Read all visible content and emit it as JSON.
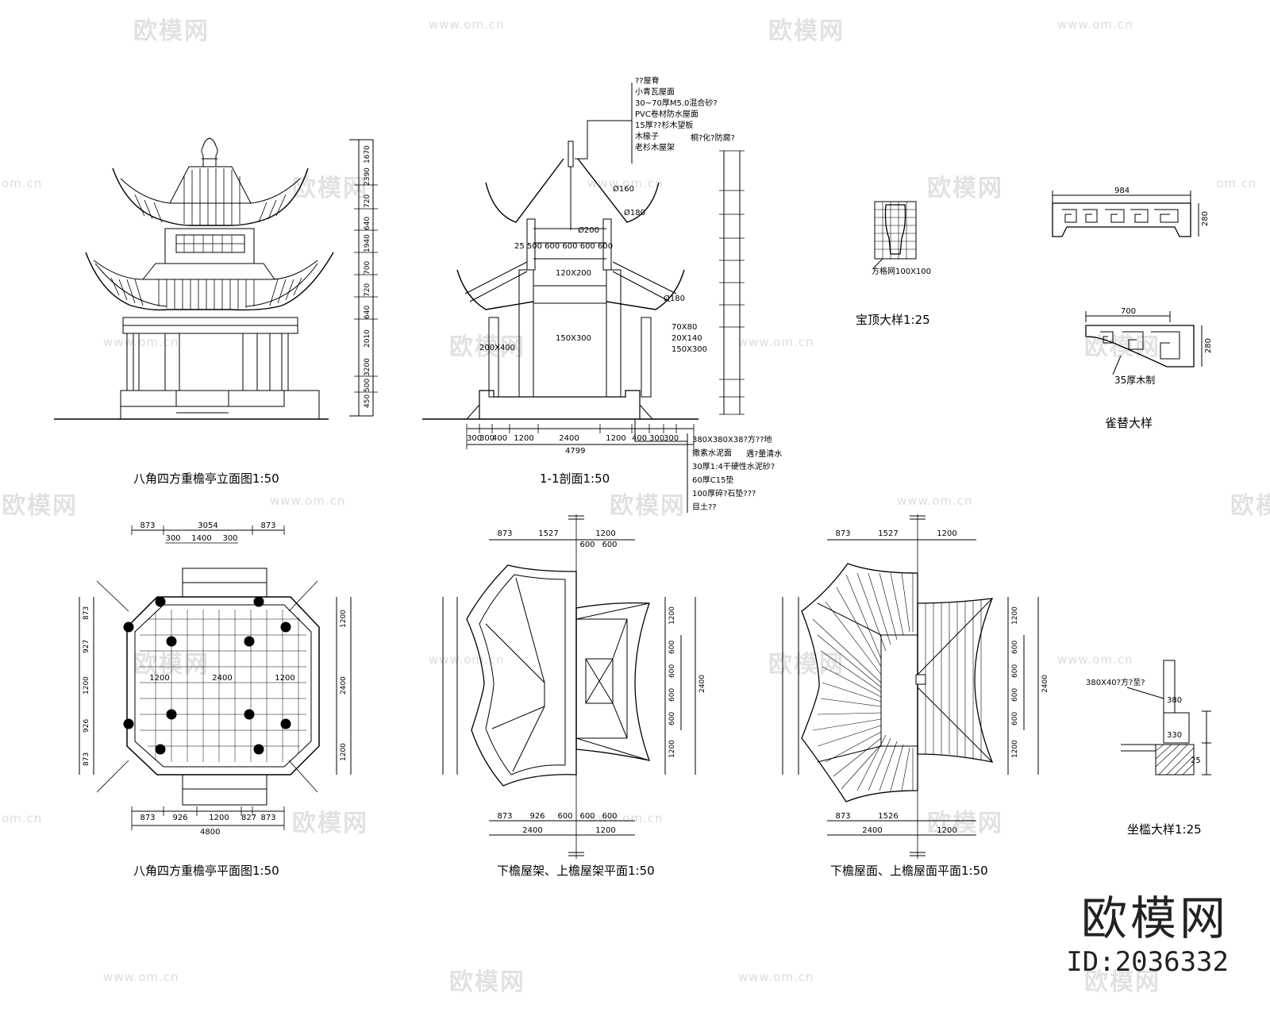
{
  "watermark": {
    "brand": "欧模网",
    "url": "www.om.cn",
    "url_short": "om.cn"
  },
  "captions": {
    "elevation": "八角四方重檐亭立面图1:50",
    "section": "1-1剖面1:50",
    "finial": "宝顶大样1:25",
    "bracket": "雀替大样",
    "plan": "八角四方重檐亭平面图1:50",
    "roof_frame": "下檐屋架、上檐屋架平面1:50",
    "roof_plan": "下檐屋面、上檐屋面平面1:50",
    "bench": "坐槛大样1:25"
  },
  "section_notes_top": [
    "??屋脊",
    "小青瓦屋面",
    "30~70厚M5.0混合砂?",
    "PVC卷材防水屋面",
    "15厚??杉木望板",
    "木椽子",
    "老杉木屋架"
  ],
  "section_note_side": "桐?化?防腐?",
  "section_notes_bottom": [
    "380X380X38?方??地",
    "撒素水泥面",
    "30厚1:4干硬性水泥砂?",
    "60厚C15垫",
    "100厚碎?石垫???",
    "目土??"
  ],
  "section_note_side2": "遇?量清水",
  "section_labels": {
    "d1": "Ø160",
    "d2": "Ø180",
    "d3": "Ø200",
    "d4": "Ø180",
    "b1": "120X200",
    "b2": "150X300",
    "b3": "200X400",
    "b4": "70X80",
    "b5": "20X140",
    "b6": "150X300",
    "dim_top": "25 500 600 600 600 600"
  },
  "finial_label": "方格网100X100",
  "bracket_labels": {
    "w1": "984",
    "h1": "280",
    "w2": "700",
    "h2": "280",
    "note": "35厚木制"
  },
  "bench_labels": {
    "note": "380X40?方?至?",
    "d1": "380",
    "d2": "330",
    "d3": "25"
  },
  "dims_elevation_left": [
    "1670",
    "2390",
    "720",
    "640",
    "1940",
    "700",
    "720",
    "640",
    "2010",
    "3200",
    "500",
    "450"
  ],
  "dims_section_bottom": [
    "300",
    "300",
    "400",
    "1200",
    "2400",
    "1200",
    "400",
    "300",
    "300"
  ],
  "dim_section_total": "4799",
  "dims_plan_top": [
    "873",
    "3054",
    "873"
  ],
  "dims_plan_top_inner": [
    "300",
    "1400",
    "300"
  ],
  "dims_plan_bottom": [
    "873",
    "926",
    "1200",
    "827",
    "873"
  ],
  "dim_plan_total": "4800",
  "dims_plan_right": [
    "1200",
    "2400",
    "1200"
  ],
  "dims_plan_left": [
    "873",
    "927",
    "1200",
    "926",
    "873"
  ],
  "plan_inner": [
    "1200",
    "2400",
    "1200"
  ],
  "dims_frame_top": [
    "873",
    "1527",
    "1200",
    "600",
    "600"
  ],
  "dims_frame_bottom": [
    "873",
    "926",
    "600",
    "600",
    "600",
    "2400",
    "1200"
  ],
  "dims_frame_right": [
    "1200",
    "600",
    "600",
    "600",
    "600",
    "1200",
    "2400"
  ],
  "dims_roof_top": [
    "873",
    "1527",
    "1200"
  ],
  "dims_roof_bottom": [
    "873",
    "1526",
    "2400",
    "1200"
  ],
  "dims_roof_right": [
    "1200",
    "600",
    "600",
    "600",
    "600",
    "1200",
    "2400"
  ],
  "brand_mark": {
    "name": "欧模网",
    "id": "ID:2036332"
  }
}
